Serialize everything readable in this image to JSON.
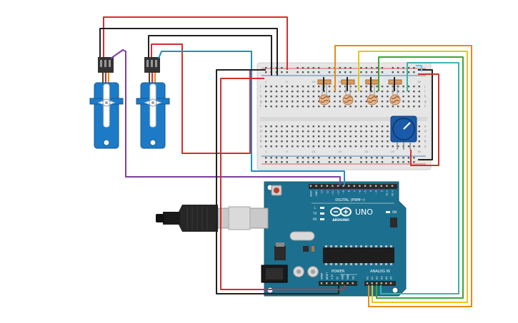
{
  "breadboard": {
    "row_labels_left": [
      "j",
      "i",
      "h",
      "g",
      "f",
      "e",
      "d",
      "c",
      "b",
      "a"
    ],
    "column_numbers": [
      "1",
      "5",
      "10",
      "15",
      "20",
      "25",
      "30"
    ]
  },
  "arduino": {
    "logo_text": "UNO",
    "brand_text": "ARDUINO",
    "digital_label": "DIGITAL (PWM~)",
    "analog_label": "ANALOG IN",
    "power_label": "POWER",
    "on_label": "ON",
    "tx_label": "TX",
    "rx_label": "RX",
    "l_label": "L",
    "digital_pins": [
      "AREF",
      "GND",
      "13",
      "12",
      "~11",
      "~10",
      "~9",
      "8",
      "7",
      "~6",
      "~5",
      "4",
      "~3",
      "2",
      "TX 1",
      "RX 0"
    ],
    "power_pins": [
      "IOREF",
      "RESET",
      "3.3V",
      "5V",
      "GND",
      "GND",
      "Vin"
    ],
    "analog_pins": [
      "A0",
      "A1",
      "A2",
      "A3",
      "A4",
      "A5"
    ]
  },
  "colors": {
    "wire_red": "#d32f2f",
    "wire_black": "#212121",
    "wire_purple": "#7b3fa0",
    "wire_blue": "#1e8fc6",
    "wire_orange": "#e88a1a",
    "wire_yellow": "#e6c619",
    "wire_green": "#3fa535",
    "wire_teal": "#3cb6a6",
    "servo_blue": "#1d7ac7",
    "board_teal": "#1c6f8e",
    "pot_blue": "#1b5aa8",
    "breadboard": "#e6e6e6"
  }
}
